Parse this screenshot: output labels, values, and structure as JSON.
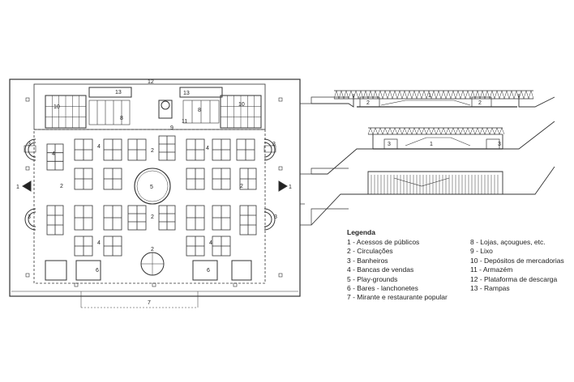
{
  "plan": {
    "labels": {
      "top_strip": "12",
      "ramp_left": "13",
      "ramp_right": "13",
      "depot_left": "10",
      "depot_right": "10",
      "shops_left": "8",
      "shops_right": "8",
      "waste": "9",
      "warehouse": "11",
      "bath_tl": "3",
      "bath_tr": "3",
      "bath_bl": "3",
      "bath_br": "3",
      "access_left": "1",
      "access_right": "1",
      "stall_tl": "4",
      "stall_tr": "4",
      "stall_bl": "4",
      "stall_br": "4",
      "stall_lm": "4",
      "circ_top": "2",
      "circ_left": "2",
      "circ_right": "2",
      "circ_mid": "2",
      "circ_bottom": "2",
      "playground": "5",
      "bar_left": "6",
      "bar_right": "6",
      "viewpoint": "7"
    }
  },
  "sections": {
    "top": {
      "labels": [
        "1",
        "2",
        "2"
      ]
    },
    "middle": {
      "labels": [
        "1",
        "3",
        "3"
      ]
    }
  },
  "legend": {
    "title": "Legenda",
    "left": [
      "1 - Acessos de públicos",
      "2 - Circulações",
      "3 - Banheiros",
      "4 - Bancas de vendas",
      "5 - Play-grounds",
      "6 - Bares - lanchonetes",
      "7 - Mirante e restaurante popular"
    ],
    "right": [
      "8 - Lojas, açougues, etc.",
      "9 - Lixo",
      "10 - Depósitos de mercadorias",
      "11 - Armazém",
      "12 - Plataforma de descarga",
      "13 - Rampas"
    ]
  }
}
